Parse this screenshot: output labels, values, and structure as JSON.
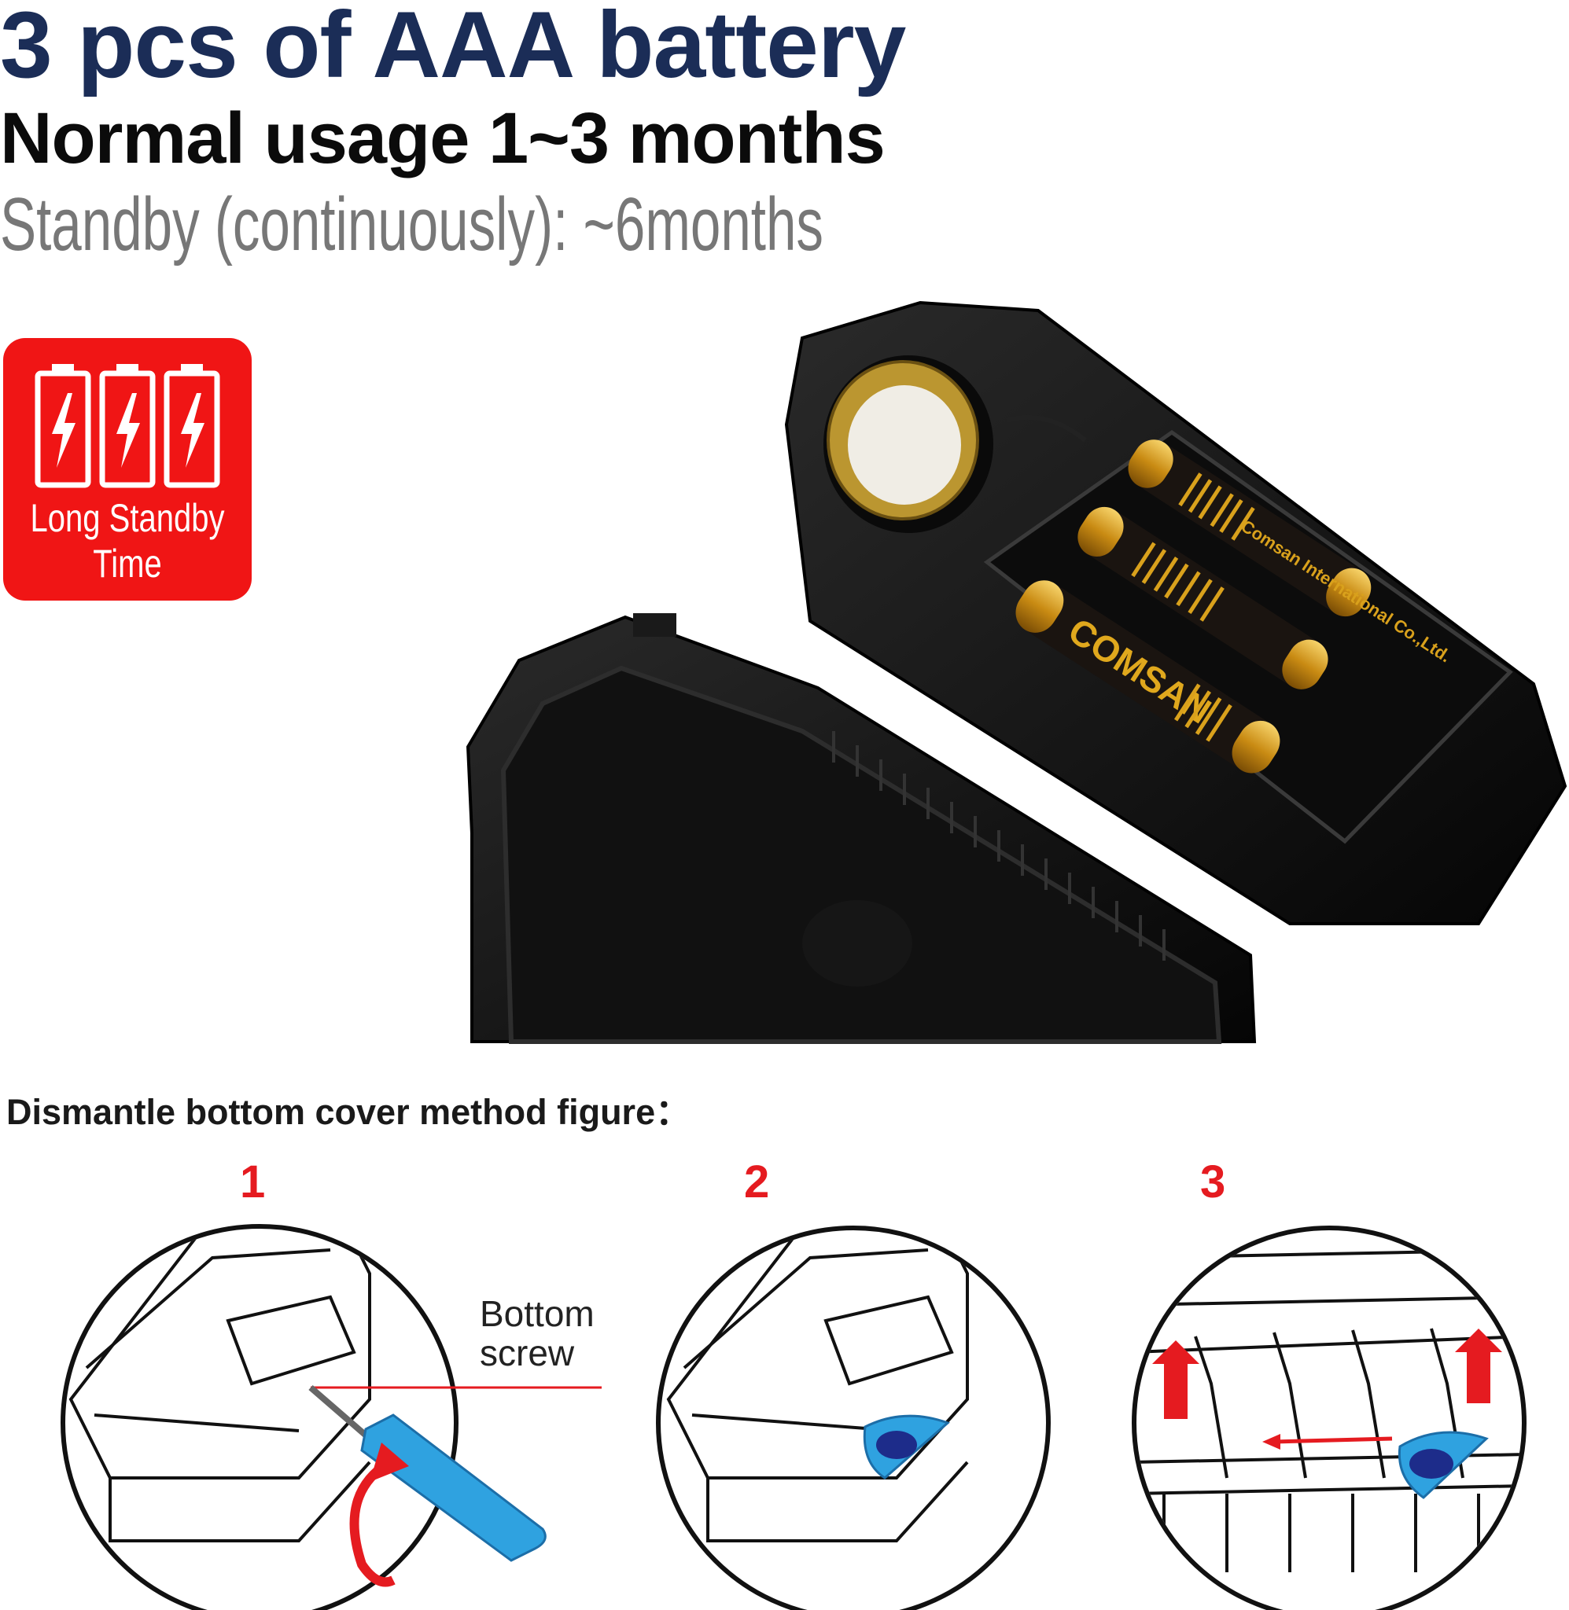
{
  "header": {
    "title": "3 pcs of AAA battery",
    "usage": "Normal usage 1~3 months",
    "standby": "Standby (continuously): ~6months"
  },
  "badge": {
    "line1": "Long Standby",
    "line2": "Time",
    "icon": "battery-charging-icon",
    "color": "#f01515"
  },
  "battery_label": {
    "brand": "COMSAN",
    "maker": "Comsan International Co.,Ltd."
  },
  "dismantle": {
    "heading": "Dismantle bottom cover method figure：",
    "steps": [
      {
        "number": "1",
        "label_line1": "Bottom",
        "label_line2": "screw"
      },
      {
        "number": "2"
      },
      {
        "number": "3"
      }
    ]
  },
  "colors": {
    "title_navy": "#1b2d57",
    "accent_red": "#e51b20",
    "tool_blue": "#2fa2e0",
    "battery_gold": "#d9a11c"
  }
}
